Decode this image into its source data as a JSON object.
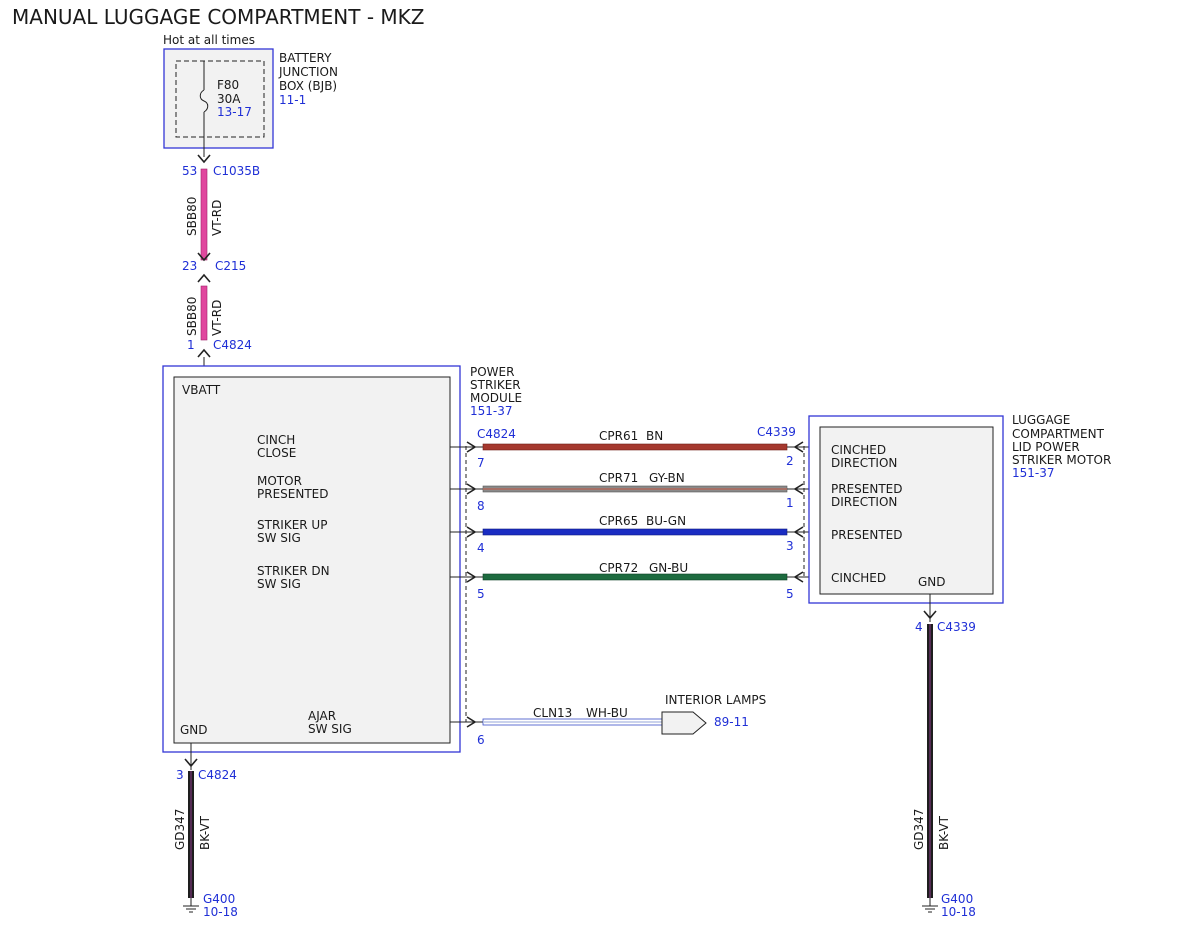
{
  "title": "MANUAL LUGGAGE COMPARTMENT - MKZ",
  "colors": {
    "ref_text": "#1f2fd6",
    "box_outline": "#3236d6",
    "module_fill": "#f2f2f2",
    "wire_vt_rd": "#e0479e",
    "wire_bn": "#a5382e",
    "wire_gy_bn": "#8a8a8a",
    "wire_bu_gn": "#1a2cc2",
    "wire_gn_bu": "#1d6b3f",
    "wire_bk_vt": "#1e1e1e",
    "wire_wh_bu": "#b9c4e6"
  },
  "bjb": {
    "hot_label": "Hot at all times",
    "name_lines": [
      "BATTERY",
      "JUNCTION",
      "BOX (BJB)"
    ],
    "ref": "11-1",
    "fuse_name": "F80",
    "fuse_rating": "30A",
    "fuse_ref": "13-17"
  },
  "feed": {
    "c1035b_pin": "53",
    "c1035b_name": "C1035B",
    "circuit": "SBB80",
    "color_code": "VT-RD",
    "c215_pin": "23",
    "c215_name": "C215",
    "c4824_pin": "1",
    "c4824_name": "C4824"
  },
  "striker_module": {
    "name_lines": [
      "POWER",
      "STRIKER",
      "MODULE"
    ],
    "ref": "151-37",
    "vbatt": "VBATT",
    "gnd": "GND",
    "pins": [
      {
        "line1": "CINCH",
        "line2": "CLOSE"
      },
      {
        "line1": "MOTOR",
        "line2": "PRESENTED"
      },
      {
        "line1": "STRIKER UP",
        "line2": "SW SIG"
      },
      {
        "line1": "STRIKER DN",
        "line2": "SW SIG"
      },
      {
        "line1": "AJAR",
        "line2": "SW SIG"
      }
    ]
  },
  "motor": {
    "name_lines": [
      "LUGGAGE",
      "COMPARTMENT",
      "LID POWER",
      "STRIKER MOTOR"
    ],
    "ref": "151-37",
    "gnd": "GND",
    "pins": [
      {
        "line1": "CINCHED",
        "line2": "DIRECTION"
      },
      {
        "line1": "PRESENTED",
        "line2": "DIRECTION"
      },
      {
        "line1": "PRESENTED",
        "line2": ""
      },
      {
        "line1": "CINCHED",
        "line2": ""
      }
    ]
  },
  "signal_wires": {
    "left_connector": "C4824",
    "right_connector": "C4339",
    "wires": [
      {
        "circuit": "CPR61",
        "color": "BN",
        "left_pin": "7",
        "right_pin": "2"
      },
      {
        "circuit": "CPR71",
        "color": "GY-BN",
        "left_pin": "8",
        "right_pin": "1"
      },
      {
        "circuit": "CPR65",
        "color": "BU-GN",
        "left_pin": "4",
        "right_pin": "3"
      },
      {
        "circuit": "CPR72",
        "color": "GN-BU",
        "left_pin": "5",
        "right_pin": "5"
      }
    ]
  },
  "ajar_wire": {
    "circuit": "CLN13",
    "color": "WH-BU",
    "pin": "6",
    "dest_label": "INTERIOR LAMPS",
    "dest_ref": "89-11"
  },
  "ground_left": {
    "pin": "3",
    "connector": "C4824",
    "circuit": "GD347",
    "color": "BK-VT",
    "ground": "G400",
    "ground_ref": "10-18"
  },
  "ground_right": {
    "pin": "4",
    "connector": "C4339",
    "circuit": "GD347",
    "color": "BK-VT",
    "ground": "G400",
    "ground_ref": "10-18"
  }
}
